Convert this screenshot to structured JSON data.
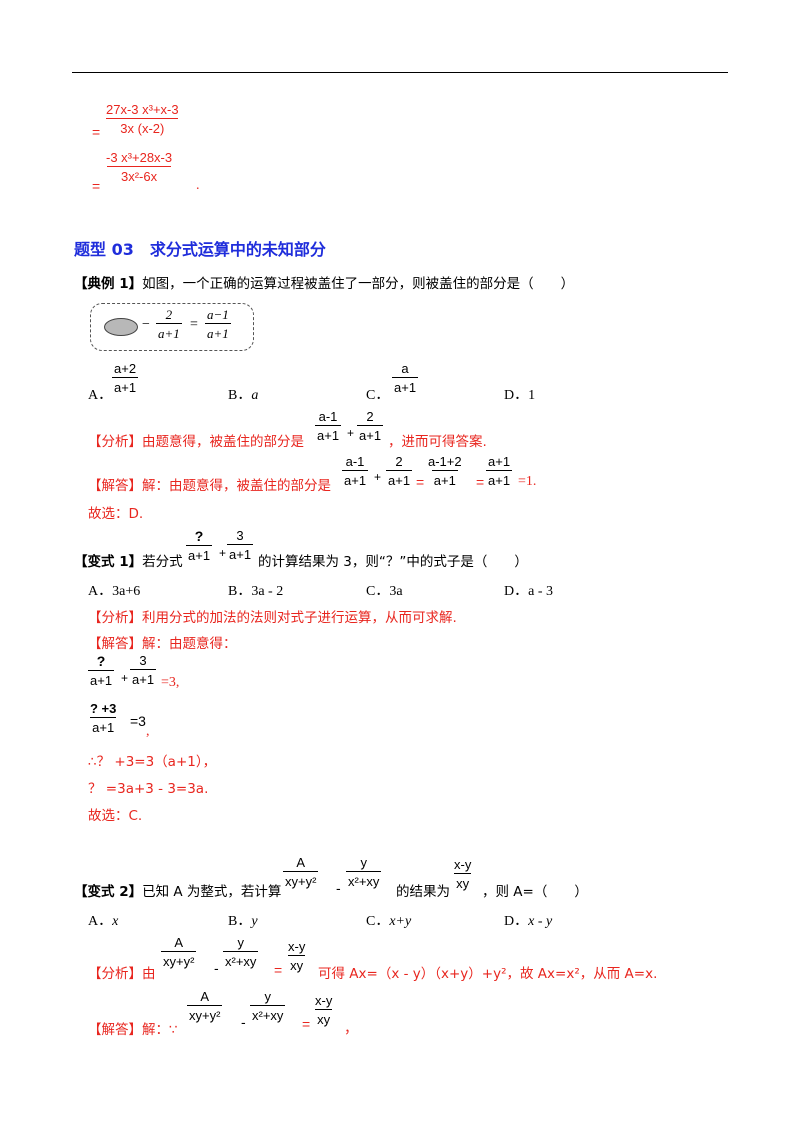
{
  "header": {},
  "top_calc": {
    "frac1_num": "27x-3 x³+x-3",
    "frac1_den": "3x (x-2)",
    "eq": "=",
    "frac2_num": "-3 x³+28x-3",
    "frac2_den": "3x²-6x",
    "period": "."
  },
  "section": {
    "title": "题型 03　求分式运算中的未知部分"
  },
  "example1": {
    "tag": "【典例 1】",
    "question": "如图，一个正确的运算过程被盖住了一部分，则被盖住的部分是（　　）",
    "box": {
      "minus": "−",
      "frac_num": "2",
      "frac_den": "a+1",
      "eq": "=",
      "res_num": "a−1",
      "res_den": "a+1"
    },
    "options": [
      {
        "letter": "A．",
        "num": "a+2",
        "den": "a+1"
      },
      {
        "letter": "B．",
        "text": "a"
      },
      {
        "letter": "C．",
        "num": "a",
        "den": "a+1"
      },
      {
        "letter": "D．",
        "text": "1"
      }
    ],
    "analysis": {
      "prefix": "【分析】由题意得，被盖住的部分是",
      "f1_num": "a-1",
      "f1_den": "a+1",
      "plus": "+",
      "f2_num": "2",
      "f2_den": "a+1",
      "suffix": "，进而可得答案."
    },
    "solution": {
      "prefix": "【解答】解：由题意得，被盖住的部分是",
      "f1_num": "a-1",
      "f1_den": "a+1",
      "plus": "+",
      "f2_num": "2",
      "f2_den": "a+1",
      "eq1": "=",
      "f3_num": "a-1+2",
      "f3_den": "a+1",
      "eq2": "=",
      "f4_num": "a+1",
      "f4_den": "a+1",
      "tail": "=1."
    },
    "choice": "故选：D."
  },
  "variant1": {
    "tag": "【变式 1】",
    "q_pre": "若分式",
    "q_f1_num": "?",
    "q_f1_den": "a+1",
    "q_plus": "+",
    "q_f2_num": "3",
    "q_f2_den": "a+1",
    "q_post": "的计算结果为 3，则“？”中的式子是（　　）",
    "options": [
      {
        "letter": "A．",
        "text": "3a+6"
      },
      {
        "letter": "B．",
        "text": "3a - 2"
      },
      {
        "letter": "C．",
        "text": "3a"
      },
      {
        "letter": "D．",
        "text": "a - 3"
      }
    ],
    "analysis": "【分析】利用分式的加法的法则对式子进行运算，从而可求解.",
    "solution_head": "【解答】解：由题意得：",
    "s1": {
      "f1_num": "?",
      "f1_den": "a+1",
      "plus": "+",
      "f2_num": "3",
      "f2_den": "a+1",
      "tail": "=3,"
    },
    "s2": {
      "num": "? +3",
      "den": "a+1",
      "eq": "=3",
      "comma": ","
    },
    "s3": "∴？ +3=3（a+1），",
    "s4": "？ =3a+3 - 3=3a.",
    "choice": "故选：C."
  },
  "variant2": {
    "tag": "【变式 2】",
    "q_pre": "已知 A 为整式，若计算",
    "f1_num": "A",
    "f1_den": "xy+y²",
    "minus": "-",
    "f2_num": "y",
    "f2_den": "x²+xy",
    "q_mid": "的结果为",
    "res_num": "x-y",
    "res_den": "xy",
    "q_post": "，则 A=（　　）",
    "options": [
      {
        "letter": "A．",
        "text": "x"
      },
      {
        "letter": "B．",
        "text": "y"
      },
      {
        "letter": "C．",
        "text": "x+y"
      },
      {
        "letter": "D．",
        "text": "x - y"
      }
    ],
    "analysis": {
      "prefix": "【分析】由",
      "eq": "=",
      "suffix": "可得 Ax=（x - y）（x+y）+y²，故 Ax=x²，从而 A=x."
    },
    "solution": {
      "prefix": "【解答】解：∵",
      "eq": "=",
      "comma": "，"
    }
  }
}
